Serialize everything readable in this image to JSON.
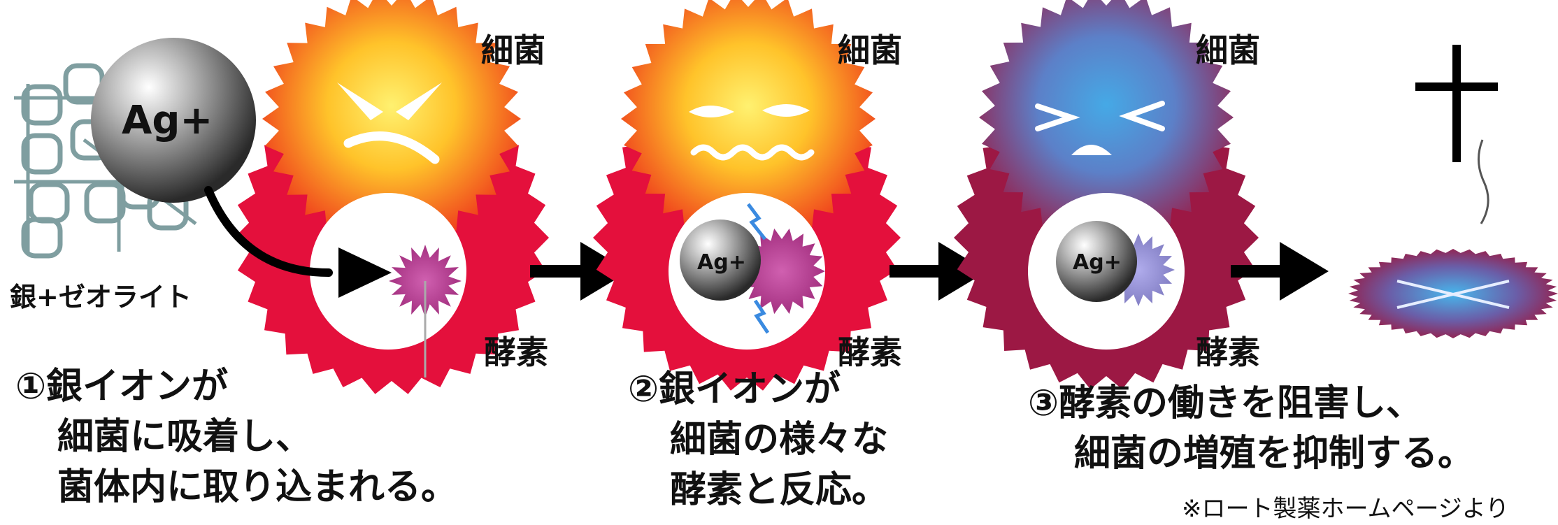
{
  "stages": [
    {
      "bacteria_label": "細菌",
      "enzyme_label": "酵素",
      "ion_label": "Ag+",
      "zeolite_label": "銀+ゼオライト",
      "caption_lines": [
        "①銀イオンが",
        "細菌に吸着し、",
        "菌体内に取り込まれる。"
      ]
    },
    {
      "bacteria_label": "細菌",
      "enzyme_label": "酵素",
      "ion_label": "Ag+",
      "caption_lines": [
        "②銀イオンが",
        "細菌の様々な",
        "酵素と反応。"
      ]
    },
    {
      "bacteria_label": "細菌",
      "enzyme_label": "酵素",
      "ion_label": "Ag+",
      "caption_lines": [
        "③酵素の働きを阻害し、",
        "細菌の増殖を抑制する。"
      ]
    }
  ],
  "credit": "※ロート製薬ホームページより",
  "colors": {
    "bacteria_happy_core": "#ffe066",
    "bacteria_happy_edge": "#f04a1a",
    "bacteria_weak_core": "#4aa6e0",
    "bacteria_weak_edge": "#a0103a",
    "enzyme_ring": "#e0103a",
    "enzyme_inner": "#b03a8c",
    "enzyme_weak": "#8c88c8",
    "arrow": "#000000"
  },
  "icons": [
    "angry-face-icon",
    "worried-face-icon",
    "dizzy-face-icon",
    "grave-cross-icon",
    "lightning-icon"
  ]
}
